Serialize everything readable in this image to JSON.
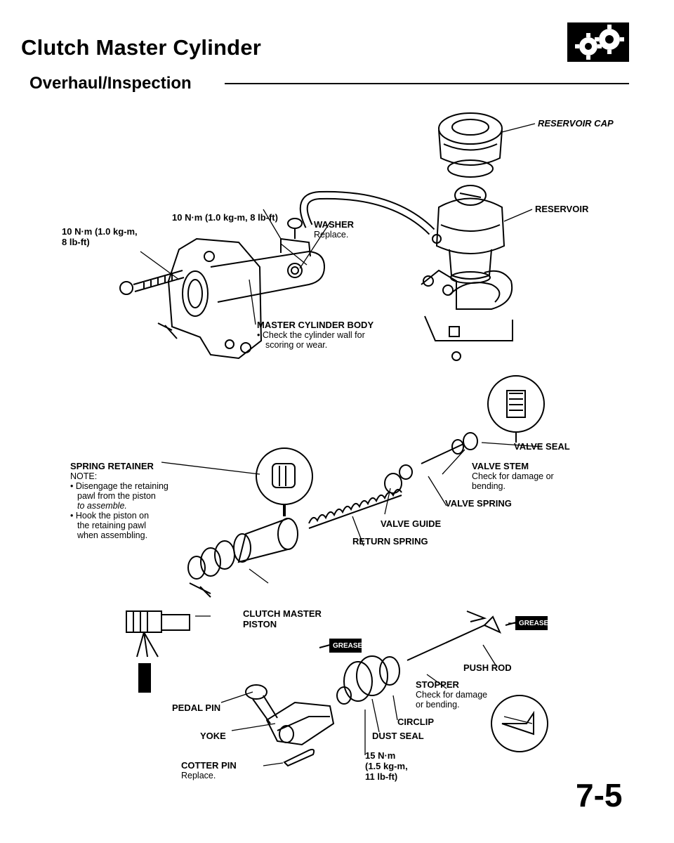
{
  "header": {
    "title": "Clutch Master Cylinder",
    "subtitle": "Overhaul/Inspection",
    "logo_icon": "gear-tools-icon"
  },
  "labels": {
    "reservoir_cap": "RESERVOIR CAP",
    "reservoir": "RESERVOIR",
    "torque_left_1": "10 N·m (1.0 kg-m,",
    "torque_left_2": "8 lb-ft)",
    "torque_top": "10 N·m (1.0 kg-m, 8 lb-ft)",
    "washer": "WASHER",
    "washer_note": "Replace.",
    "body": "MASTER CYLINDER BODY",
    "body_note_1": "• Check the cylinder wall for",
    "body_note_2": "scoring or wear.",
    "valve_seal": "VALVE SEAL",
    "valve_stem": "VALVE STEM",
    "valve_stem_note_1": "Check for damage or",
    "valve_stem_note_2": "bending.",
    "valve_spring": "VALVE SPRING",
    "valve_guide": "VALVE GUIDE",
    "return_spring": "RETURN SPRING",
    "spring_retainer": "SPRING RETAINER",
    "sr_note_0": "NOTE:",
    "sr_note_1": "• Disengage the retaining",
    "sr_note_2": "pawl from the piston",
    "sr_note_3": "to assemble.",
    "sr_note_4": "• Hook the piston on",
    "sr_note_5": "the retaining pawl",
    "sr_note_6": "when assembling.",
    "piston_1": "CLUTCH MASTER",
    "piston_2": "PISTON",
    "grease": "GREASE",
    "push_rod": "PUSH ROD",
    "stopper": "STOPPER",
    "stopper_note_1": "Check for damage",
    "stopper_note_2": "or bending.",
    "circlip": "CIRCLIP",
    "dust_seal": "DUST SEAL",
    "pedal_pin": "PEDAL PIN",
    "yoke": "YOKE",
    "cotter_pin": "COTTER PIN",
    "cotter_note": "Replace.",
    "torque_bottom_1": "15 N·m",
    "torque_bottom_2": "(1.5 kg-m,",
    "torque_bottom_3": "11 lb-ft)"
  },
  "page_number": "7-5"
}
